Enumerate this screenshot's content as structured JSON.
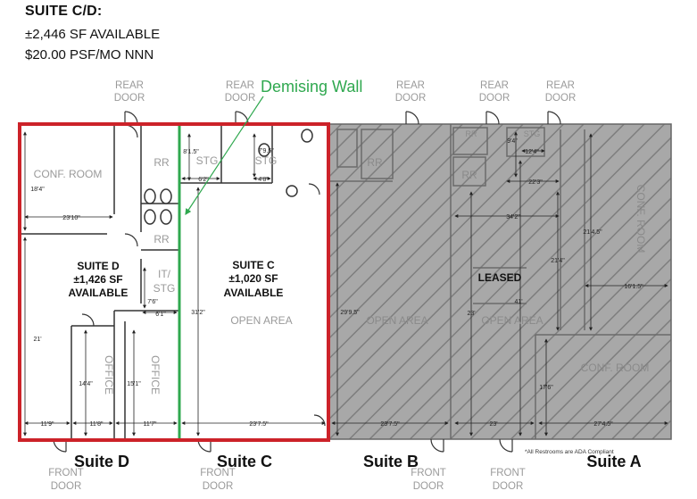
{
  "header": {
    "title": "SUITE C/D:",
    "sf": "±2,446 SF AVAILABLE",
    "rate": "$20.00 PSF/MO NNN"
  },
  "callout": {
    "demising_wall": "Demising Wall"
  },
  "doors": {
    "rear1": [
      "REAR",
      "DOOR"
    ],
    "rear2": [
      "REAR",
      "DOOR"
    ],
    "rear3": [
      "REAR",
      "DOOR"
    ],
    "rear4": [
      "REAR",
      "DOOR"
    ],
    "rear5": [
      "REAR",
      "DOOR"
    ],
    "front1": [
      "FRONT",
      "DOOR"
    ],
    "front2": [
      "FRONT",
      "DOOR"
    ],
    "front3": [
      "FRONT",
      "DOOR"
    ],
    "front4": [
      "FRONT",
      "DOOR"
    ]
  },
  "rooms": {
    "conf_room_d": "CONF. ROOM",
    "rr1": "RR",
    "rr2": "RR",
    "stg": "STG",
    "stg2": "STG",
    "it_stg": [
      "IT/",
      "STG"
    ],
    "office1": "OFFICE",
    "office2": "OFFICE",
    "open_area_c": "OPEN AREA",
    "open_area_b": "OPEN AREA",
    "open_area_a": "OPEN AREA",
    "rr_b": "RR",
    "rr_b2": "RR",
    "conf_room_a": "CONF. ROOM",
    "conf_room_a2": "CONF. ROOM",
    "stg_a": "STG",
    "rr_a": "RR"
  },
  "suite_d": {
    "name": "SUITE D",
    "sf": "±1,426 SF",
    "status": "AVAILABLE"
  },
  "suite_c": {
    "name": "SUITE C",
    "sf": "±1,020 SF",
    "status": "AVAILABLE"
  },
  "leased": "LEASED",
  "dims": {
    "d1": "18'4\"",
    "d2": "23'10\"",
    "d3": "21'",
    "d4": "7'6\"",
    "d5": "6'1\"",
    "d6": "14'4\"",
    "d7": "15'1\"",
    "d8": "11'9\"",
    "d9": "11'8\"",
    "d10": "11'7\"",
    "c1": "8'1.5\"",
    "c2": "6'2\"",
    "c3": "7'9.5\"",
    "c4": "4'8\"",
    "c5": "31'2\"",
    "c6": "23'7.5\"",
    "b1": "29'9.5\"",
    "b2": "23'7.5\"",
    "b3": "23'",
    "a1": "9'4\"",
    "a2": "12'4\"",
    "a3": "22'3\"",
    "a4": "34'2\"",
    "a5": "21'4.5\"",
    "a6": "21'4\"",
    "a7": "16'1.5\"",
    "a8": "41'",
    "a9": "17'6\"",
    "a10": "23'",
    "a11": "27'4.5\""
  },
  "suite_labels": {
    "d": "Suite D",
    "c": "Suite C",
    "b": "Suite B",
    "a": "Suite A"
  },
  "footnote": "*All Restrooms are ADA Compliant",
  "colors": {
    "available_outline": "#cc2229",
    "demising_wall": "#2fa84f",
    "leased_fill": "#a8a8a8"
  }
}
